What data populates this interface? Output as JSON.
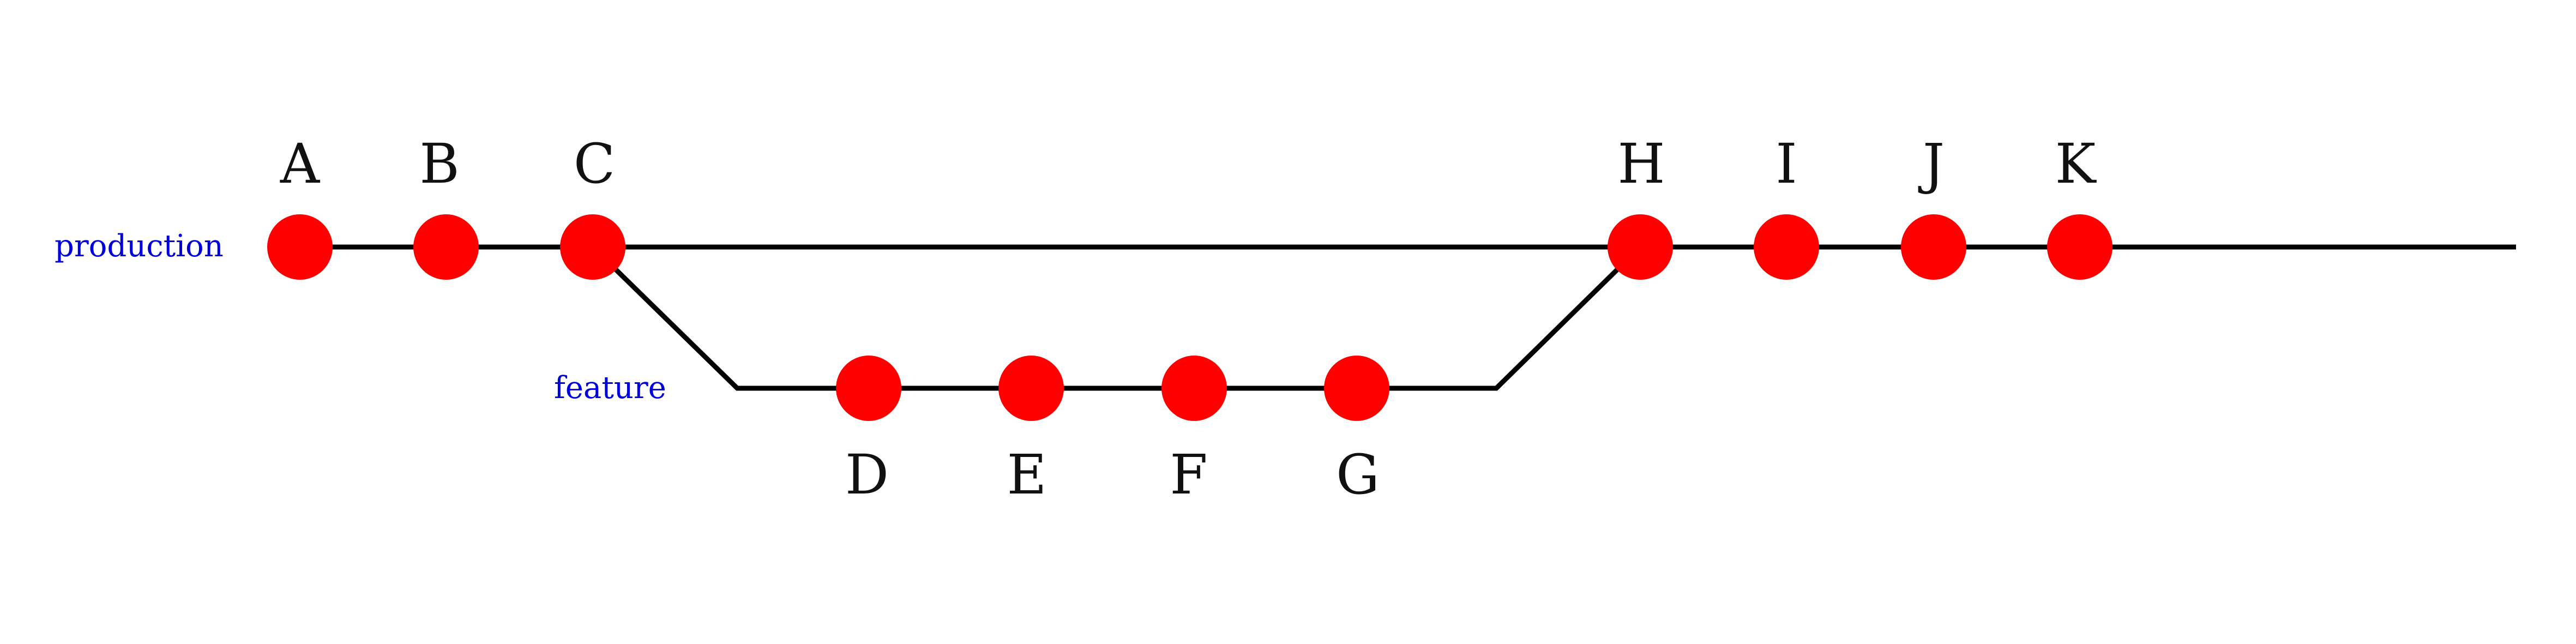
{
  "branches": {
    "production": "production",
    "feature": "feature"
  },
  "commits": {
    "production_before": [
      "A",
      "B",
      "C"
    ],
    "feature": [
      "D",
      "E",
      "F",
      "G"
    ],
    "production_after": [
      "H",
      "I",
      "J",
      "K"
    ]
  },
  "colors": {
    "commit": "#ff0000",
    "line": "#000000",
    "branch_label": "#0000dd"
  }
}
